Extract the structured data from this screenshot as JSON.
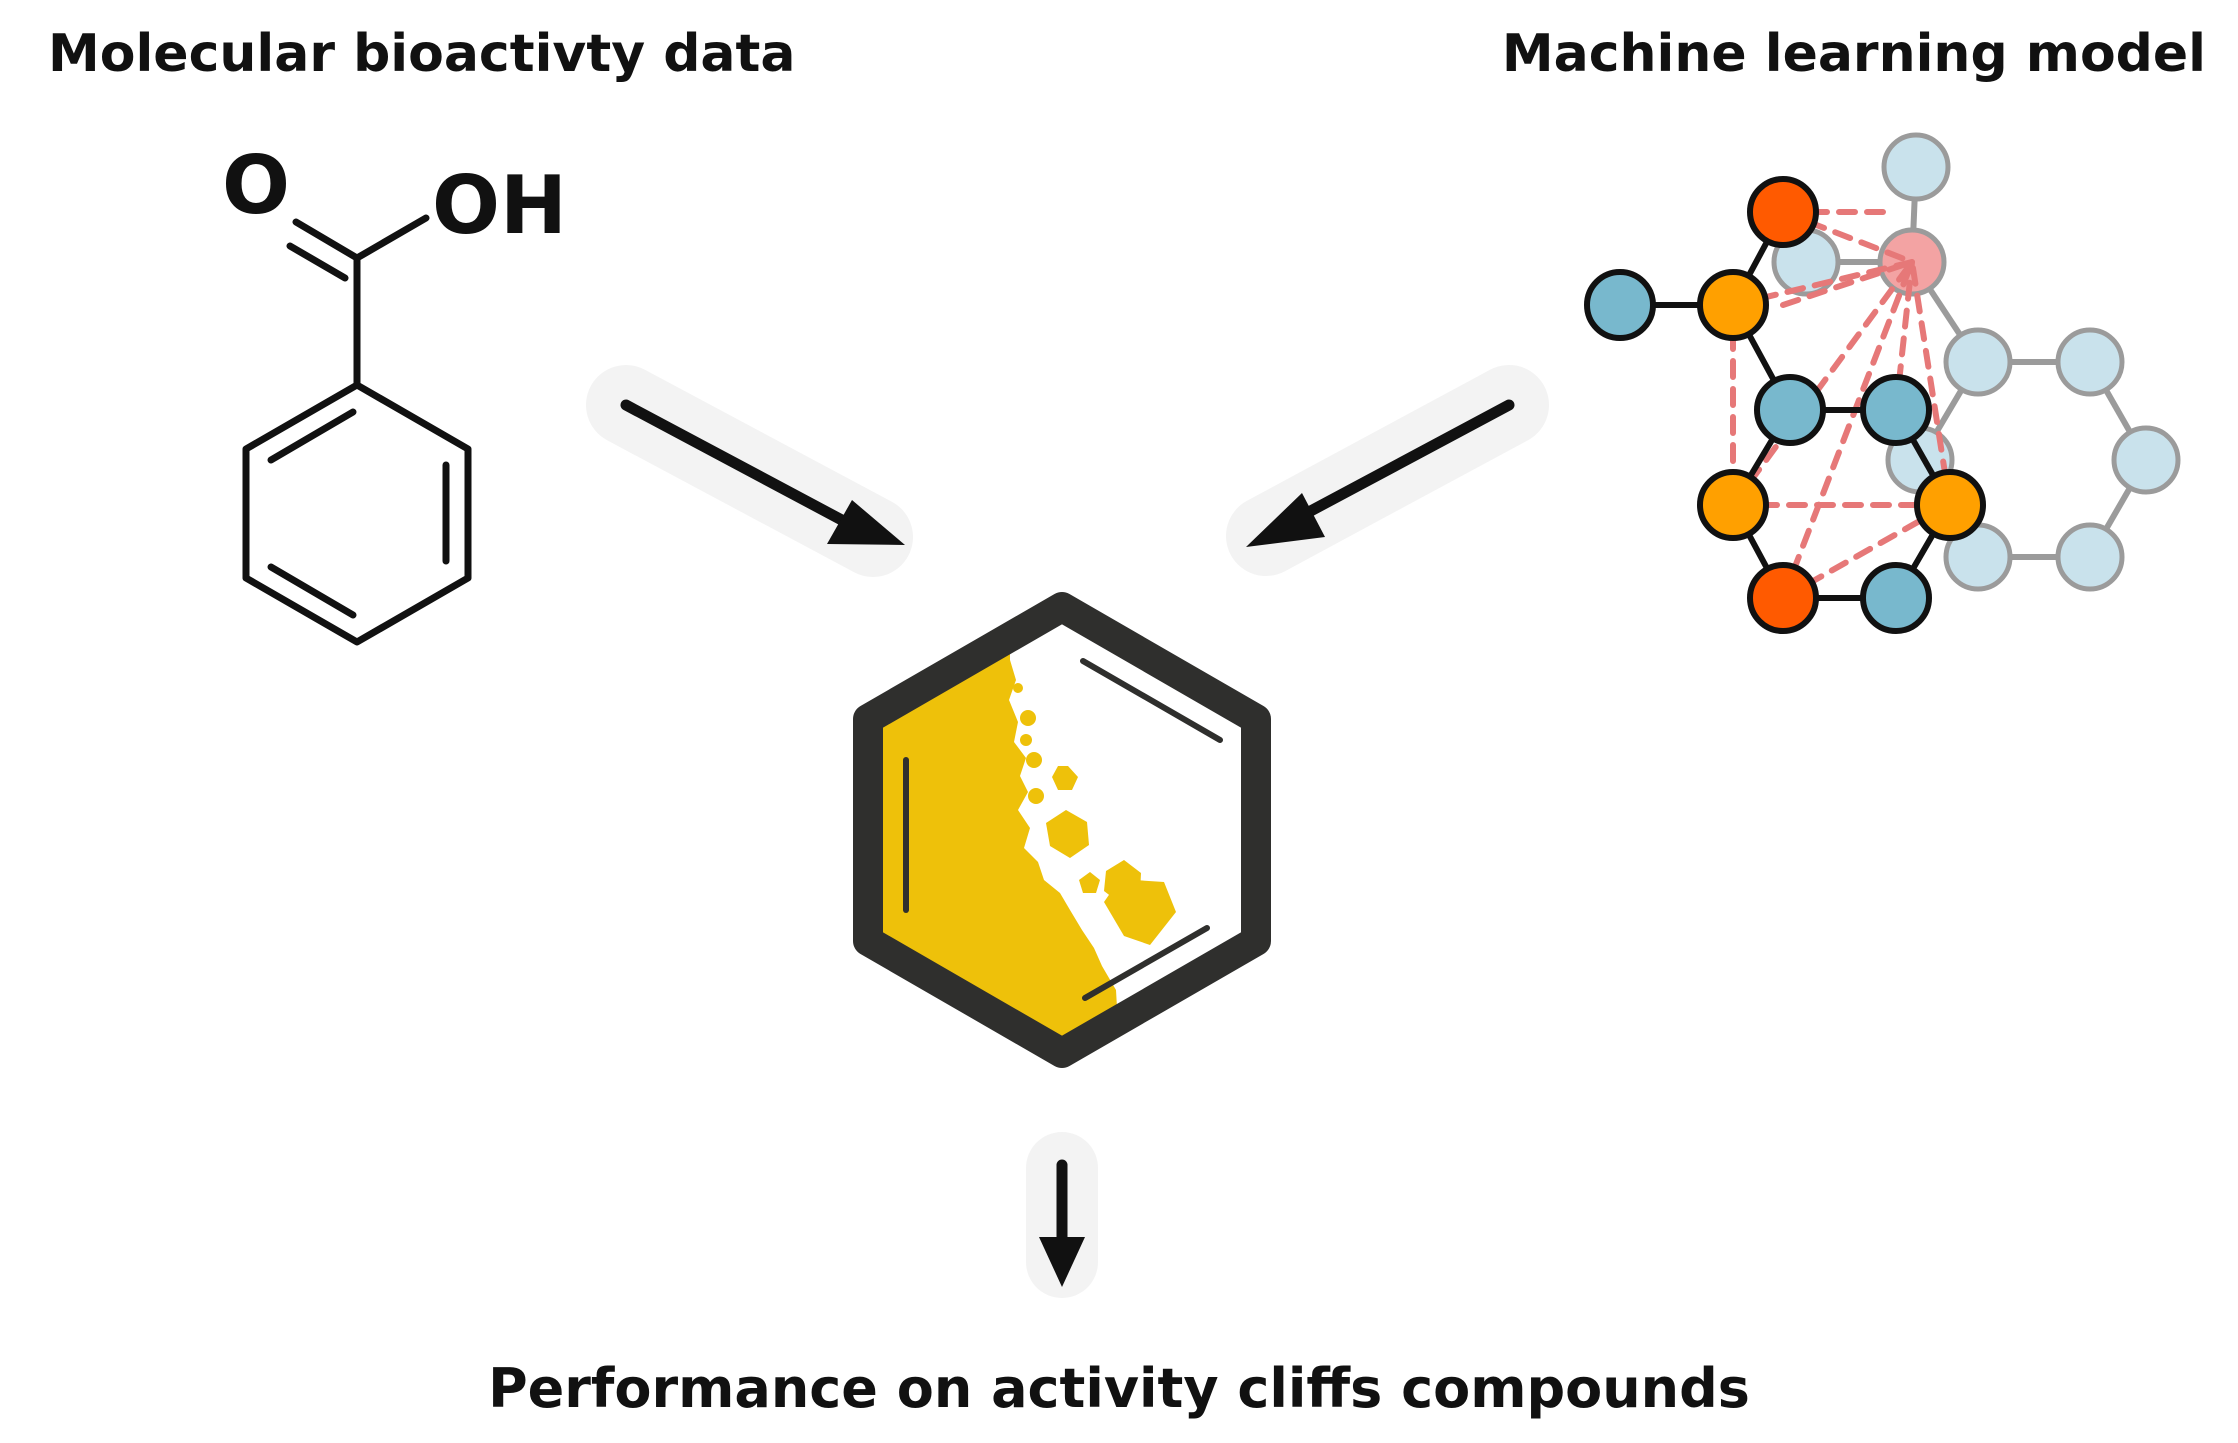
{
  "labels": {
    "input_data": "Molecular bioactivty data",
    "model": "Machine learning model",
    "output": "Performance on activity cliffs compounds"
  },
  "molecule": {
    "atoms": {
      "oxygen": "O",
      "hydroxyl": "OH"
    }
  },
  "colors": {
    "bond": "#111111",
    "arrow": "#111111",
    "arrow_halo": "#f3f3f3",
    "logo_frame": "#2f2f2d",
    "logo_fill": "#eec10a",
    "node_blue": "#78b8cd",
    "node_orange": "#ffa000",
    "node_red": "#ff5a00",
    "node_faded": "#c9e2ec",
    "node_pink": "#f3a3a3",
    "edge_dashed": "#e67878",
    "edge_faded": "#9b9b9b"
  }
}
